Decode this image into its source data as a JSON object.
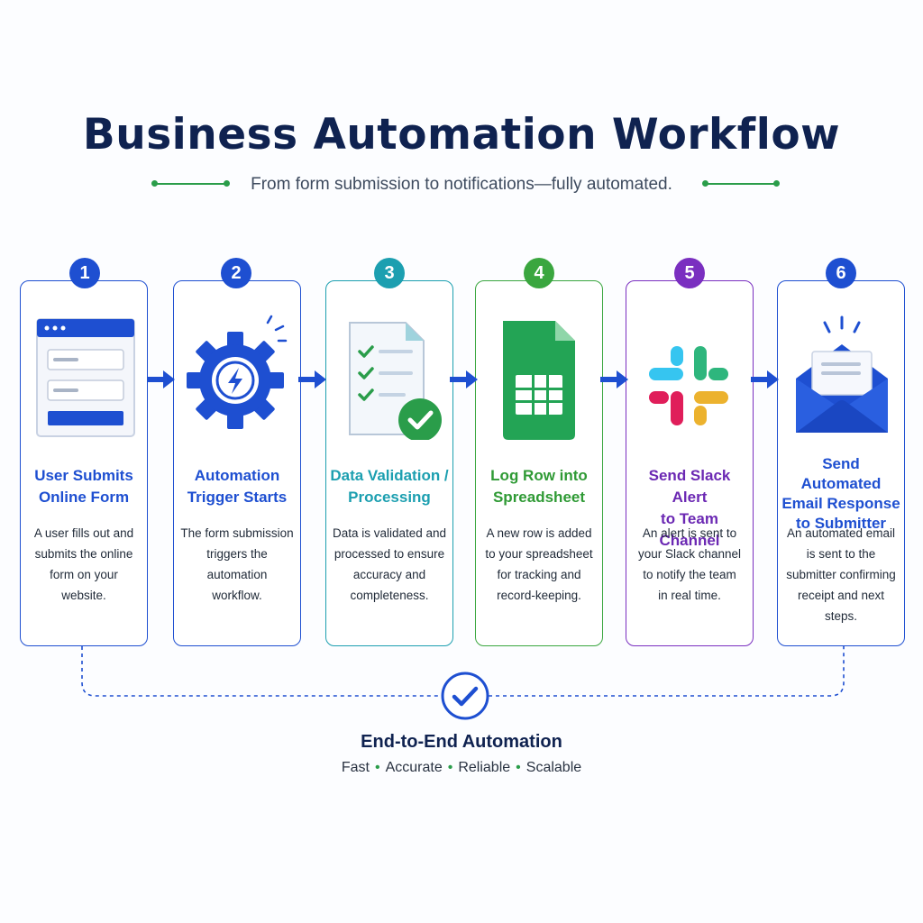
{
  "header": {
    "title": "Business Automation Workflow",
    "subtitle": "From form submission to notifications—fully automated."
  },
  "steps": [
    {
      "number": "1",
      "title_l1": "User Submits",
      "title_l2": "Online Form",
      "title_l3": "",
      "desc": [
        "A user fills out and",
        "submits the online",
        "form on your website.",
        ""
      ],
      "color": "#1e4fd1",
      "title_color": "#1e4fd1",
      "icon": "browser-form-icon"
    },
    {
      "number": "2",
      "title_l1": "Automation",
      "title_l2": "Trigger Starts",
      "title_l3": "",
      "desc": [
        "The form submission",
        "triggers the automation",
        "workflow.",
        ""
      ],
      "color": "#1e4fd1",
      "title_color": "#1e4fd1",
      "icon": "gear-lightning-icon"
    },
    {
      "number": "3",
      "title_l1": "Data Validation /",
      "title_l2": "Processing",
      "title_l3": "",
      "desc": [
        "Data is validated and",
        "processed to ensure",
        "accuracy and",
        "completeness."
      ],
      "color": "#1c9fb0",
      "title_color": "#1c9fb0",
      "icon": "checklist-document-icon"
    },
    {
      "number": "4",
      "title_l1": "Log Row into",
      "title_l2": "Spreadsheet",
      "title_l3": "",
      "desc": [
        "A new row is added",
        "to your spreadsheet",
        "for tracking and",
        "record-keeping."
      ],
      "color": "#3aa63f",
      "title_color": "#2f9a35",
      "icon": "spreadsheet-icon"
    },
    {
      "number": "5",
      "title_l1": "Send Slack Alert",
      "title_l2": "to Team Channel",
      "title_l3": "",
      "desc": [
        "An alert is sent to",
        "your Slack channel",
        "to notify the team",
        "in real time."
      ],
      "color": "#7a2fc0",
      "title_color": "#6b28b3",
      "icon": "slack-icon"
    },
    {
      "number": "6",
      "title_l1": "Send Automated",
      "title_l2": "Email Response",
      "title_l3": "to Submitter",
      "desc": [
        "An automated email",
        "is sent to the",
        "submitter confirming",
        "receipt and next",
        "steps."
      ],
      "color": "#1e4fd1",
      "title_color": "#1e4fd1",
      "icon": "envelope-icon"
    }
  ],
  "footer": {
    "title": "End-to-End Automation",
    "tags": [
      "Fast",
      "Accurate",
      "Reliable",
      "Scalable"
    ]
  },
  "colors": {
    "primary": "#1e4fd1",
    "green": "#2a9d4a",
    "navy": "#0f2250"
  }
}
